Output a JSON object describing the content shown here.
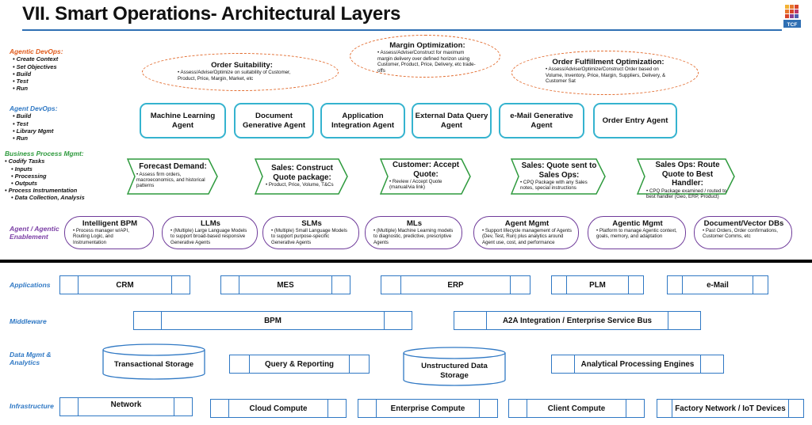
{
  "title": "VII. Smart Operations- Architectural Layers",
  "logo_text": "TCF",
  "colors": {
    "orange": "#e05a1a",
    "blue": "#2f78c4",
    "green": "#2e9a3d",
    "purple": "#7b3fa5",
    "cyan": "#35b3cf"
  },
  "left_labels": {
    "agentic_devops": {
      "head": "Agentic DevOps:",
      "items": [
        "Create Context",
        "Set Objectives",
        "Build",
        "Test",
        "Run"
      ]
    },
    "agent_devops": {
      "head": "Agent DevOps:",
      "items": [
        "Build",
        "Test",
        "Library Mgmt",
        "Run"
      ]
    },
    "bpm": {
      "head": "Business Process Mgmt:",
      "items": [
        "Codify Tasks",
        "Inputs",
        "Processing",
        "Outputs",
        "Process Instrumentation",
        "Data Collection, Analysis"
      ]
    },
    "enablement": {
      "head": "Agent / Agentic Enablement"
    }
  },
  "optimizations": [
    {
      "title": "Order Suitability:",
      "desc": "Assess/Advise/Optimize on suitability of Customer, Product, Price, Margin, Market, etc"
    },
    {
      "title": "Margin Optimization:",
      "desc": "Assess/Advise/Construct for maximum margin delivery over defined horizon using Customer, Product, Price, Delivery, etc trade-offs"
    },
    {
      "title": "Order Fulfillment Optimization:",
      "desc": "Assess/Advise/Optimize/Construct Order based on Volume, Inventory, Price, Margin, Suppliers, Delivery, & Customer Sat"
    }
  ],
  "agents": [
    {
      "label": "Machine Learning Agent"
    },
    {
      "label": "Document Generative Agent"
    },
    {
      "label": "Application Integration Agent"
    },
    {
      "label": "External Data Query Agent"
    },
    {
      "label": "e-Mail Generative Agent"
    },
    {
      "label": "Order Entry Agent"
    }
  ],
  "processes": [
    {
      "title": "Forecast Demand:",
      "desc": "Assess firm orders, macroeconomics, and historical patterns"
    },
    {
      "title": "Sales: Construct Quote package:",
      "desc": "Product, Price, Volume, T&Cs"
    },
    {
      "title": "Customer: Accept Quote:",
      "desc": "Review / Accept Quote (manual/via link)"
    },
    {
      "title": "Sales: Quote sent to Sales Ops:",
      "desc": "CPQ Package with any Sales notes, special instructions"
    },
    {
      "title": "Sales Ops: Route Quote to Best Handler:",
      "desc": "CPQ Package examined / routed to best handler (Geo, ERP, Product)"
    }
  ],
  "enablers": [
    {
      "title": "Intelligent BPM",
      "desc": "Process manager w/API, Routing Logic, and Instrumentation"
    },
    {
      "title": "LLMs",
      "desc": "(Multiple) Large Language Models to support broad-based responsive Generative Agents"
    },
    {
      "title": "SLMs",
      "desc": "(Multiple) Small Language Models to support purpose-specific Generative Agents"
    },
    {
      "title": "MLs",
      "desc": "(Multiple) Machine Learning models to diagnostic, predictive, prescriptive Agents"
    },
    {
      "title": "Agent Mgmt",
      "desc": "Support lifecycle management of Agents (Dev, Test, Run) plus analytics around Agent use, cost, and performance"
    },
    {
      "title": "Agentic Mgmt",
      "desc": "Platform to manage Agentic context, goals, memory, and adaptation"
    },
    {
      "title": "Document/Vector DBs",
      "desc": "Past Orders, Order confirmations, Customer Comms, etc"
    }
  ],
  "layers": {
    "applications": {
      "label": "Applications",
      "items": [
        "CRM",
        "MES",
        "ERP",
        "PLM",
        "e-Mail"
      ]
    },
    "middleware": {
      "label": "Middleware",
      "items": [
        "BPM",
        "A2A Integration / Enterprise Service Bus"
      ]
    },
    "data": {
      "label": "Data Mgmt & Analytics",
      "items": [
        "Transactional Storage",
        "Query & Reporting",
        "Unstructured Data Storage",
        "Analytical Processing Engines"
      ]
    },
    "infrastructure": {
      "label": "Infrastructure",
      "items": [
        "Network",
        "Cloud Compute",
        "Enterprise Compute",
        "Client Compute",
        "Factory Network / IoT Devices"
      ]
    }
  }
}
